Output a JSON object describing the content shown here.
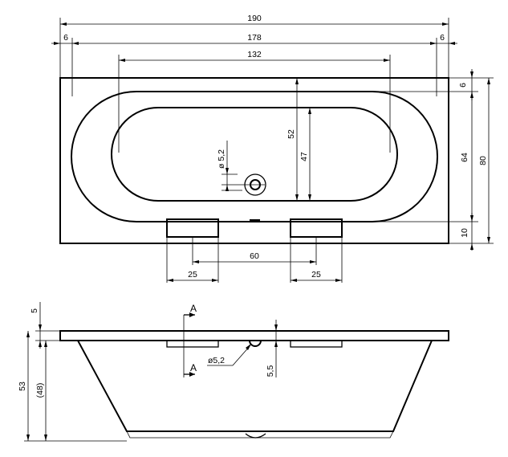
{
  "top_view": {
    "dim_total_width": "190",
    "dim_inner_width": "178",
    "dim_basin_width": "132",
    "dim_rim_left": "6",
    "dim_rim_right": "6",
    "dim_rim_top": "6",
    "dim_inner_height": "52",
    "dim_basin_height": "47",
    "dim_drain_dia": "ø 5,2",
    "dim_height_64": "64",
    "dim_total_height": "80",
    "dim_bottom_rim": "10",
    "dim_pad_left": "25",
    "dim_pad_spacing": "60",
    "dim_pad_right": "25"
  },
  "side_view": {
    "dim_rim_thickness": "5",
    "dim_total_depth": "53",
    "dim_inner_depth": "(48)",
    "section_label_top": "A",
    "section_label_bottom": "A",
    "dim_overflow_dia": "ø5,2",
    "dim_overflow_height": "5,5"
  }
}
